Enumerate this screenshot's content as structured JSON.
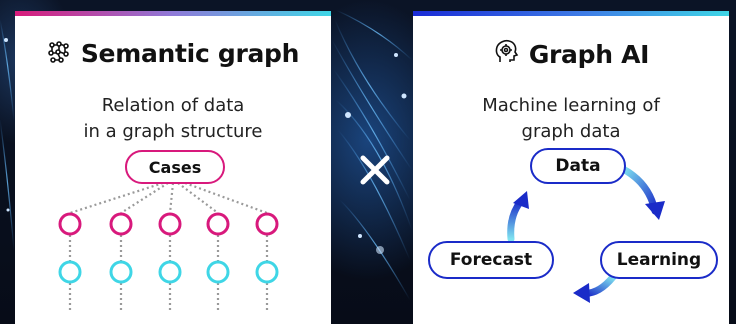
{
  "left_panel": {
    "title": "Semantic graph",
    "icon": "semantic-graph-icon",
    "subtitle_lines": [
      "Relation of data",
      "in a graph structure"
    ],
    "root_label": "Cases",
    "node_colors": {
      "top": "#d8197c",
      "bottom": "#3fd6e6"
    }
  },
  "operator": {
    "symbol": "×",
    "icon": "times-icon"
  },
  "right_panel": {
    "title": "Graph AI",
    "icon": "ai-head-icon",
    "subtitle_lines": [
      "Machine learning of",
      "graph data"
    ],
    "cycle": [
      "Data",
      "Learning",
      "Forecast"
    ]
  },
  "colors": {
    "magenta": "#d8197c",
    "cyan": "#3fd6e6",
    "blue": "#1a2bc8",
    "background": "#0a1020"
  }
}
